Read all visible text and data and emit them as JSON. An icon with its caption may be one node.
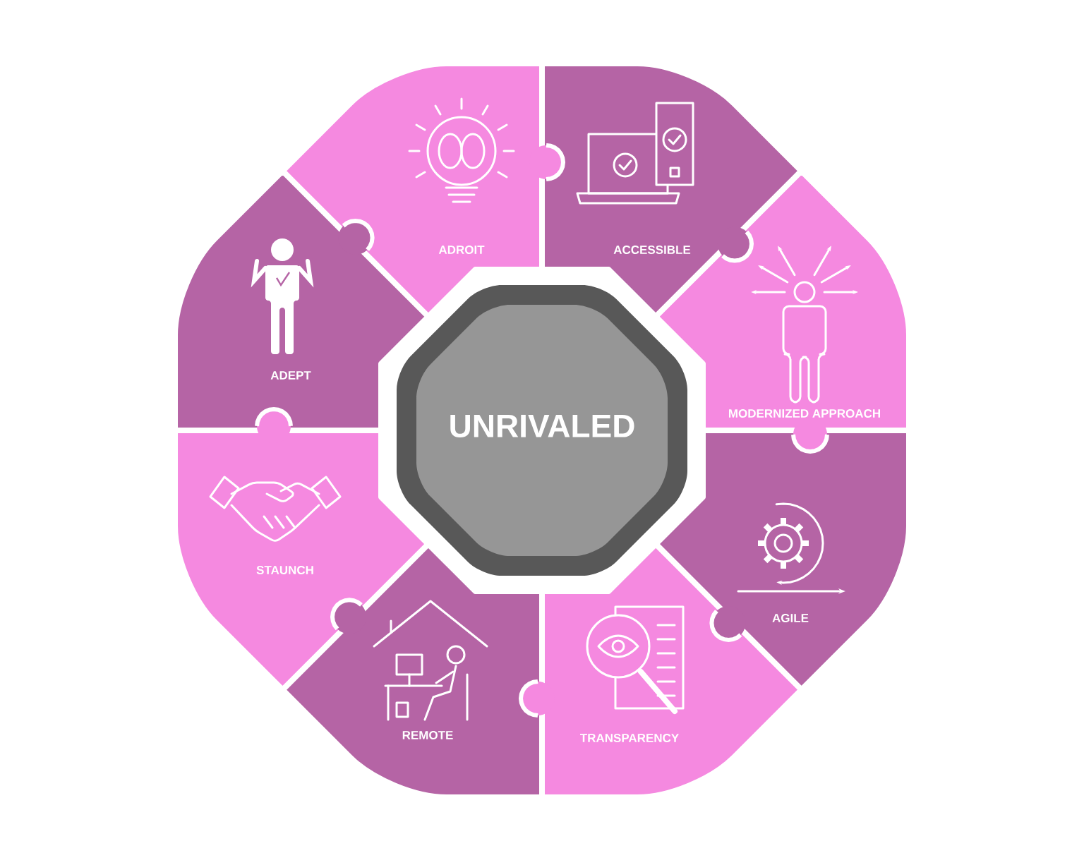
{
  "diagram": {
    "nodes": [
      {
        "text": [
          "UNRIVALED"
        ]
      },
      {
        "text": [
          "ADROIT"
        ]
      },
      {
        "text": [
          "ACCESSIBLE"
        ]
      },
      {
        "text": [
          "MODERNIZED APPROACH"
        ]
      },
      {
        "text": [
          "AGILE"
        ]
      },
      {
        "text": [
          "TRANSPARENCY"
        ]
      },
      {
        "text": [
          "REMOTE"
        ]
      },
      {
        "text": [
          "STAUNCH"
        ]
      },
      {
        "text": [
          "ADEPT"
        ]
      }
    ]
  }
}
